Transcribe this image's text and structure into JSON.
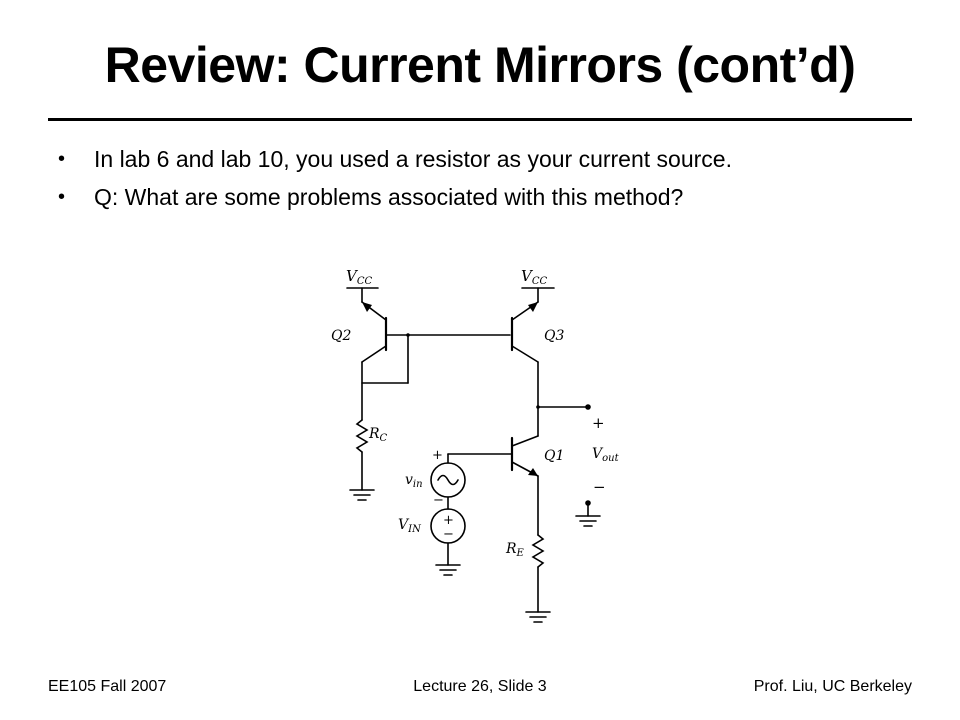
{
  "slide": {
    "title": "Review: Current Mirrors (cont’d)",
    "bullets": [
      "In lab 6 and lab 10, you used a resistor as your current source.",
      "Q: What are some problems associated with this method?"
    ]
  },
  "circuit": {
    "labels": {
      "vcc_left_main": "V",
      "vcc_left_sub": "CC",
      "vcc_right_main": "V",
      "vcc_right_sub": "CC",
      "q2": "Q2",
      "q3": "Q3",
      "q1": "Q1",
      "rc_main": "R",
      "rc_sub": "C",
      "re_main": "R",
      "re_sub": "E",
      "vin_main": "v",
      "vin_sub": "in",
      "vIN_main": "V",
      "vIN_sub": "IN",
      "vout_main": "V",
      "vout_sub": "out",
      "plus": "+",
      "minus": "−"
    }
  },
  "footer": {
    "left": "EE105 Fall 2007",
    "center": "Lecture 26, Slide 3",
    "right": "Prof. Liu, UC Berkeley"
  }
}
